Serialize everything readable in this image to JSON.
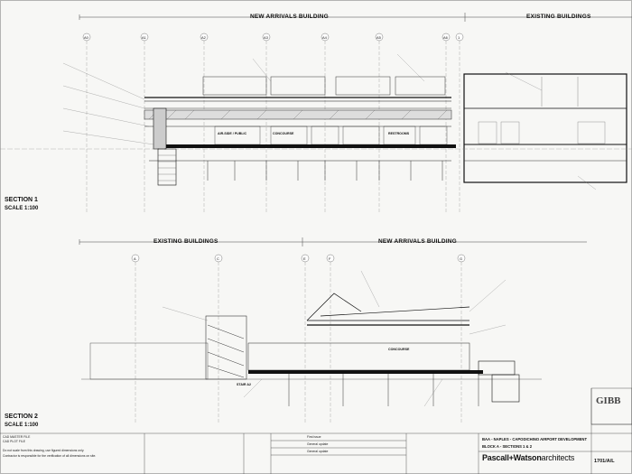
{
  "section1": {
    "banner_new": "NEW ARRIVALS BUILDING",
    "banner_existing": "EXISTING BUILDINGS",
    "title": "SECTION 1",
    "scale": "SCALE 1:100",
    "grid_tags": [
      "A0",
      "A1",
      "A2",
      "A3",
      "A4",
      "A5",
      "A6",
      "1"
    ],
    "rooms": [
      "CONCOURSE",
      "AIR-SIDE / PUBLIC",
      "RESTROOMS"
    ]
  },
  "section2": {
    "banner_existing": "EXISTING BUILDINGS",
    "banner_new": "NEW ARRIVALS BUILDING",
    "title": "SECTION 2",
    "scale": "SCALE 1:100",
    "grid_tags": [
      "A",
      "C",
      "E",
      "F",
      "G"
    ],
    "rooms": [
      "CONCOURSE",
      "STAIR A2"
    ]
  },
  "title_block": {
    "project": "BAA - NAPLES - CAPODICHINO AIRPORT DEVELOPMENT",
    "drawing": "BLOCK A - SECTIONS 1 & 2",
    "firm_bold": "Pascall+Watson",
    "firm_light": "architects",
    "consultant": "GIBB",
    "drawing_number": "1701/A/L",
    "revisions": [
      "First issue",
      "General update",
      "General update"
    ],
    "notes": [
      "CAD MASTER FILE",
      "CAD PLOT FILE",
      "Do not scale from this drawing, use figured dimensions only.",
      "Contractor is responsible for the verification of all dimensions on site."
    ]
  }
}
